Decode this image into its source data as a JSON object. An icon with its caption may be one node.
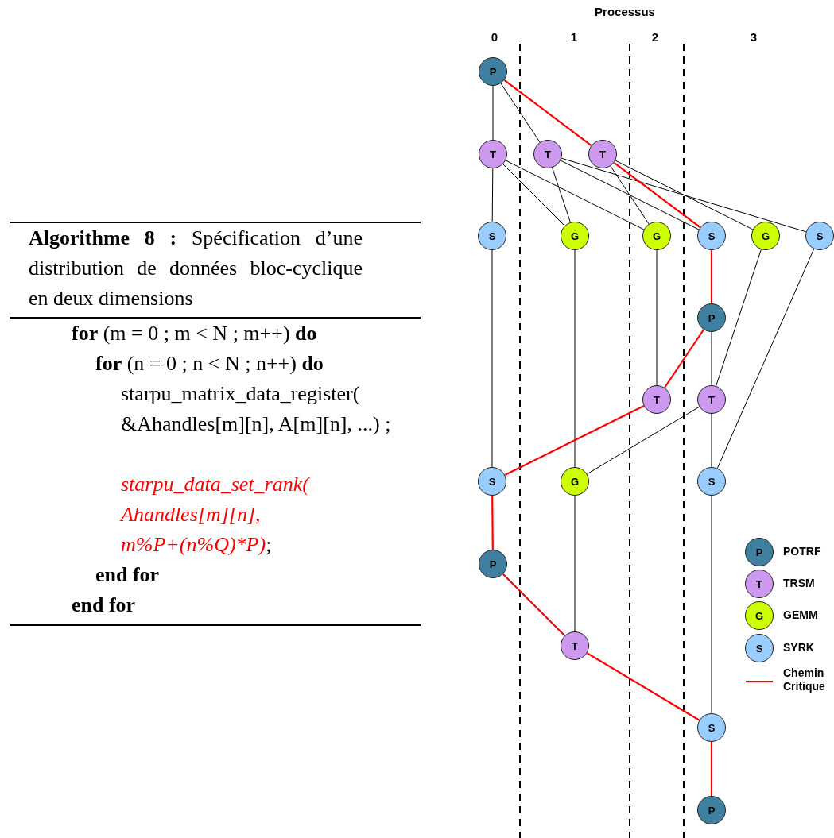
{
  "diagram": {
    "nodes": [
      {
        "text": [
          "P"
        ]
      },
      {
        "text": [
          "T"
        ]
      },
      {
        "text": [
          "T"
        ]
      },
      {
        "text": [
          "T"
        ]
      },
      {
        "text": [
          "S"
        ]
      },
      {
        "text": [
          "G"
        ]
      },
      {
        "text": [
          "G"
        ]
      },
      {
        "text": [
          "S"
        ]
      },
      {
        "text": [
          "G"
        ]
      },
      {
        "text": [
          "S"
        ]
      },
      {
        "text": [
          "P"
        ]
      },
      {
        "text": [
          "T"
        ]
      },
      {
        "text": [
          "T"
        ]
      },
      {
        "text": [
          "S"
        ]
      },
      {
        "text": [
          "G"
        ]
      },
      {
        "text": [
          "S"
        ]
      },
      {
        "text": [
          "P"
        ]
      },
      {
        "text": [
          "T"
        ]
      },
      {
        "text": [
          "S"
        ]
      },
      {
        "text": [
          "P"
        ]
      }
    ],
    "edges": [
      {
        "from": 0,
        "to": 1,
        "arrow": "none"
      },
      {
        "from": 0,
        "to": 2,
        "arrow": "none"
      },
      {
        "from": 0,
        "to": 3,
        "arrow": "none",
        "color": "#ff0000"
      },
      {
        "from": 1,
        "to": 4,
        "arrow": "none"
      },
      {
        "from": 1,
        "to": 5,
        "arrow": "none"
      },
      {
        "from": 1,
        "to": 6,
        "arrow": "none"
      },
      {
        "from": 2,
        "to": 5,
        "arrow": "none"
      },
      {
        "from": 2,
        "to": 7,
        "arrow": "none"
      },
      {
        "from": 2,
        "to": 9,
        "arrow": "none"
      },
      {
        "from": 3,
        "to": 6,
        "arrow": "none"
      },
      {
        "from": 3,
        "to": 7,
        "arrow": "none",
        "color": "#ff0000"
      },
      {
        "from": 3,
        "to": 8,
        "arrow": "none"
      },
      {
        "from": 4,
        "to": 13,
        "arrow": "none"
      },
      {
        "from": 5,
        "to": 14,
        "arrow": "none"
      },
      {
        "from": 6,
        "to": 11,
        "arrow": "none"
      },
      {
        "from": 7,
        "to": 10,
        "arrow": "none",
        "color": "#ff0000"
      },
      {
        "from": 8,
        "to": 12,
        "arrow": "none"
      },
      {
        "from": 9,
        "to": 15,
        "arrow": "none"
      },
      {
        "from": 10,
        "to": 11,
        "arrow": "none",
        "color": "#ff0000"
      },
      {
        "from": 10,
        "to": 12,
        "arrow": "none"
      },
      {
        "from": 11,
        "to": 13,
        "arrow": "none",
        "color": "#ff0000"
      },
      {
        "from": 12,
        "to": 14,
        "arrow": "none"
      },
      {
        "from": 12,
        "to": 15,
        "arrow": "none"
      },
      {
        "from": 13,
        "to": 16,
        "arrow": "none",
        "color": "#ff0000"
      },
      {
        "from": 14,
        "to": 17,
        "arrow": "none"
      },
      {
        "from": 15,
        "to": 18,
        "arrow": "none"
      },
      {
        "from": 16,
        "to": 17,
        "arrow": "none",
        "color": "#ff0000"
      },
      {
        "from": 17,
        "to": 18,
        "arrow": "none",
        "color": "#ff0000"
      },
      {
        "from": 18,
        "to": 19,
        "arrow": "none",
        "color": "#ff0000"
      }
    ],
    "labels": [
      "Processus",
      "0",
      "1",
      "2",
      "3",
      "**Algorithme 8 :** Spécification d’une distribution de données bloc-cyclique en deux dimensions",
      "**for** (m = 0 ; m < N ; m++) **do**",
      "**for** (n = 0 ; n < N ; n++) **do**",
      "starpu_matrix_data_register( &Ahandles[m][n], A[m][n], ...) ;",
      "starpu_data_set_rank( Ahandles[m][n], m%P+(n%Q)*P)",
      ";",
      "end for",
      "end for",
      "P",
      "T",
      "G",
      "S"
    ],
    "legend": [
      {
        "text": "POTRF",
        "color": "#3f80a0"
      },
      {
        "text": "TRSM",
        "color": "#cc99ee"
      },
      {
        "text": "GEMM",
        "color": "#ccff00"
      },
      {
        "text": "SYRK",
        "color": "#99ccff"
      },
      {
        "text": "Chemin Critique"
      }
    ]
  }
}
